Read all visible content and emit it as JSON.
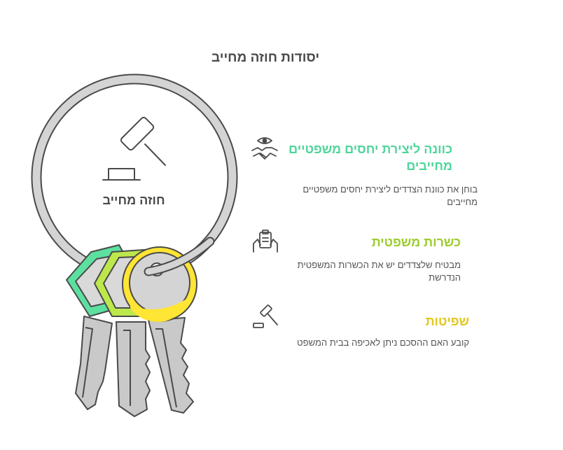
{
  "title": "יסודות חוזה מחייב",
  "center": {
    "label": "חוזה מחייב",
    "icon": "gavel-icon"
  },
  "items": [
    {
      "title": "כוונה ליצירת יחסים משפטיים מחייבים",
      "description": "בוחן את כוונת הצדדים ליצירת יחסים משפטיים מחייבים",
      "icon": "handshake-eye-icon",
      "color": "#4fd59a",
      "key_color": "#5ce0a0"
    },
    {
      "title": "כשרות משפטית",
      "description": "מבטיח שלצדדים יש את הכשרות המשפטית הנדרשת",
      "icon": "clipboard-hands-icon",
      "color": "#9ccc2d",
      "key_color": "#bde84c"
    },
    {
      "title": "שפיטות",
      "description": "קובע האם ההסכם ניתן לאכיפה בבית המשפט",
      "icon": "gavel-icon",
      "color": "#e0c820",
      "key_color": "#ffe534"
    }
  ]
}
